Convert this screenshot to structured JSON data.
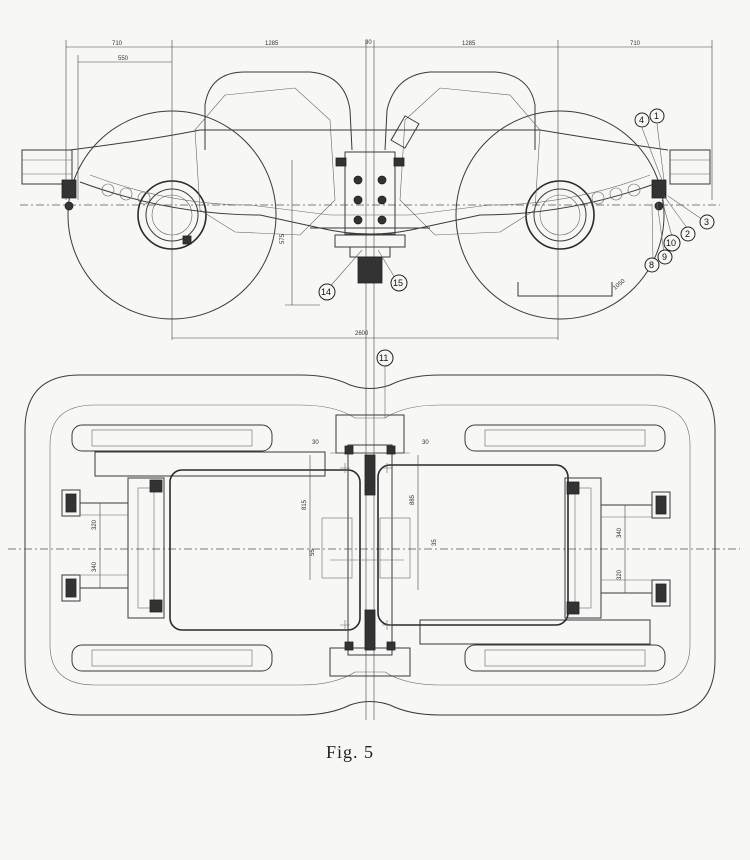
{
  "caption": "Fig. 5",
  "dimensions_top": {
    "left_outer": "710",
    "left_inner": "550",
    "half_left": "1285",
    "center": "30",
    "half_right": "1285",
    "right_outer": "710"
  },
  "dimension_wheelbase": "2600",
  "dimension_height": "575",
  "dimension_wheel": "1050",
  "dimensions_plan": {
    "d30a": "30",
    "d30b": "30",
    "d815": "815",
    "d885": "885",
    "d320a": "320",
    "d340a": "340",
    "d340b": "340",
    "d320b": "320",
    "d55": "55",
    "d35": "35"
  },
  "callouts": {
    "c1": "1",
    "c2": "2",
    "c3": "3",
    "c4": "4",
    "c8": "8",
    "c9": "9",
    "c10": "10",
    "c11": "11",
    "c14": "14",
    "c15": "15"
  }
}
